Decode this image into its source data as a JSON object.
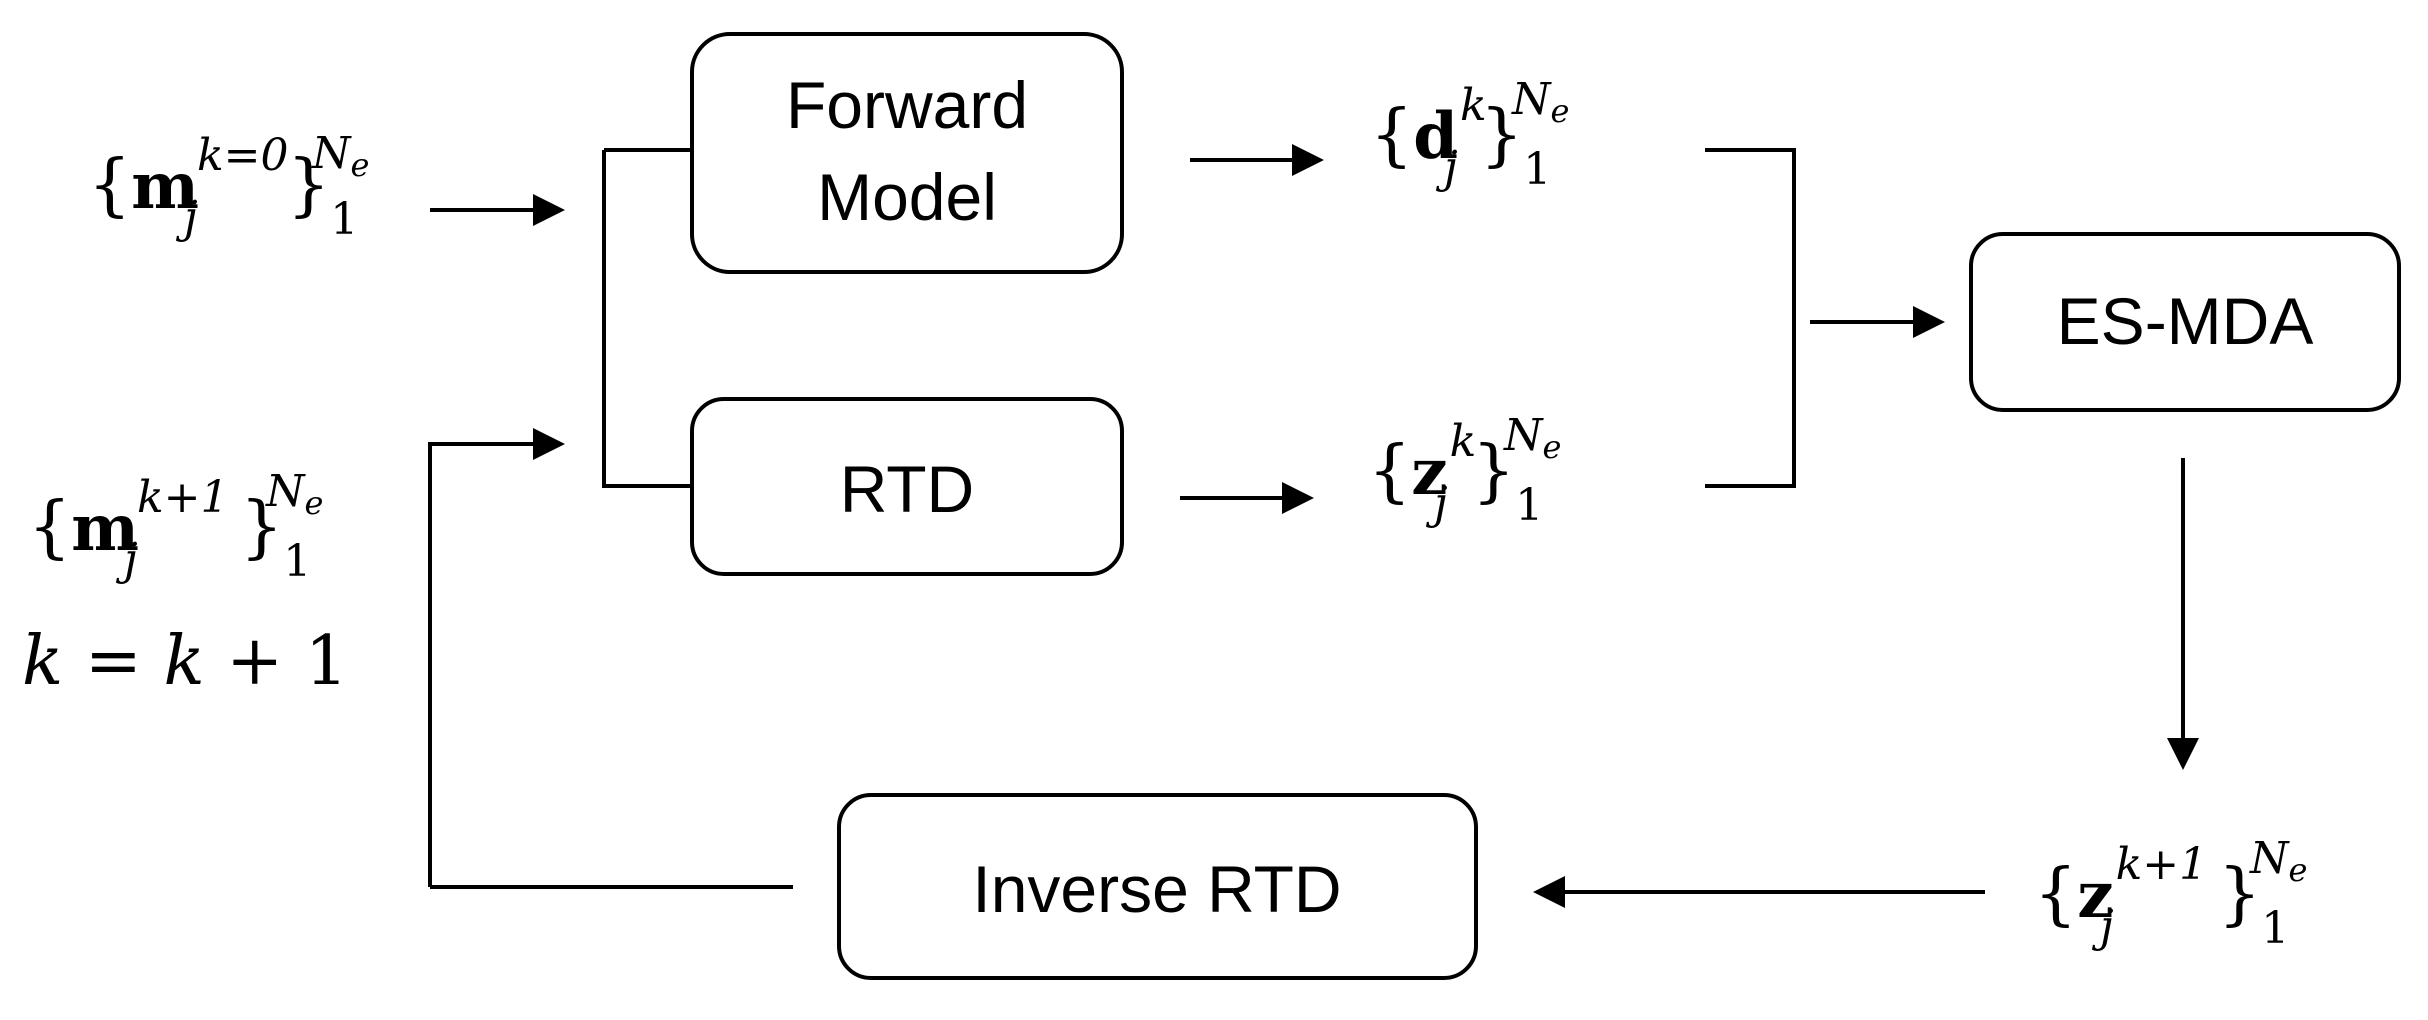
{
  "boxes": {
    "forward_model_line1": "Forward",
    "forward_model_line2": "Model",
    "rtd": "RTD",
    "es_mda": "ES-MDA",
    "inverse_rtd": "Inverse RTD"
  },
  "symbols": {
    "m_initial": {
      "brace_open": "{",
      "base": "m",
      "sub": "j",
      "sup": "k=0",
      "brace_close": "}",
      "lower": "1",
      "upper": "N",
      "upper_sub": "e"
    },
    "d_k": {
      "brace_open": "{",
      "base": "d",
      "sub": "j",
      "sup": "k",
      "brace_close": "}",
      "lower": "1",
      "upper": "N",
      "upper_sub": "e"
    },
    "z_k": {
      "brace_open": "{",
      "base": "z",
      "sub": "j",
      "sup": "k",
      "brace_close": "}",
      "lower": "1",
      "upper": "N",
      "upper_sub": "e"
    },
    "m_next": {
      "brace_open": "{",
      "base": "m",
      "sub": "j",
      "sup": "k+1",
      "brace_close": "}",
      "lower": "1",
      "upper": "N",
      "upper_sub": "e"
    },
    "z_next": {
      "brace_open": "{",
      "base": "z",
      "sub": "j",
      "sup": "k+1",
      "brace_close": "}",
      "lower": "1",
      "upper": "N",
      "upper_sub": "e"
    },
    "k_update": {
      "lhs": "k",
      "op": " = ",
      "rhs_var": "k",
      "rhs_rest": " + 1"
    }
  }
}
